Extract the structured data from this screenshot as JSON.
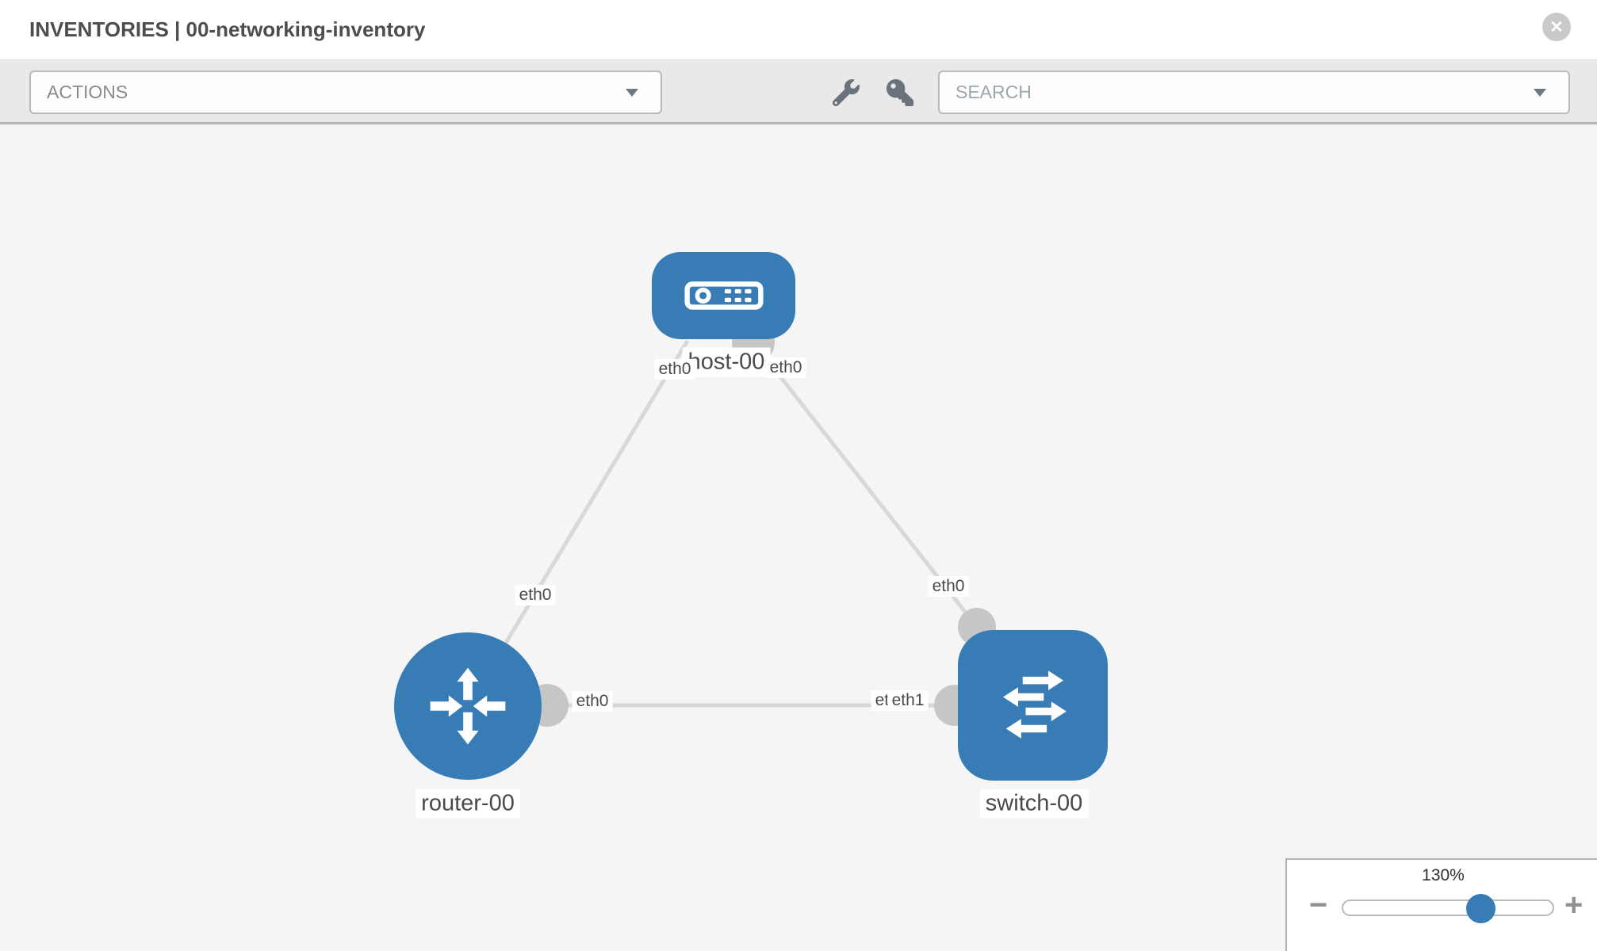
{
  "header": {
    "title": "INVENTORIES | 00-networking-inventory",
    "close_glyph": "✕"
  },
  "toolbar": {
    "actions_label": "ACTIONS",
    "search_label": "SEARCH"
  },
  "topology": {
    "nodes": [
      {
        "label": "host-00",
        "type": "host"
      },
      {
        "label": "router-00",
        "type": "router"
      },
      {
        "label": "switch-00",
        "type": "switch"
      }
    ],
    "links": [
      {
        "from": "host-00",
        "to": "router-00"
      },
      {
        "from": "host-00",
        "to": "switch-00"
      },
      {
        "from": "router-00",
        "to": "switch-00"
      }
    ],
    "interfaces": {
      "host_eth_left": "eth0",
      "host_eth_right": "eth0",
      "router_host_link": "eth0",
      "switch_host_link": "eth0",
      "router_switch_link_router_end": "eth0",
      "router_switch_link_switch_end_back": "eth0",
      "router_switch_link_switch_end_front": "eth1"
    }
  },
  "zoom_control": {
    "level": "130%",
    "minus_glyph": "−",
    "plus_glyph": "+"
  },
  "colors": {
    "node_blue": "#387cb6",
    "link_gray": "#d8d8d8",
    "dot_gray": "#c6c6c6",
    "toolbar_gray": "#e9e9e9",
    "canvas_gray": "#f5f5f5"
  }
}
